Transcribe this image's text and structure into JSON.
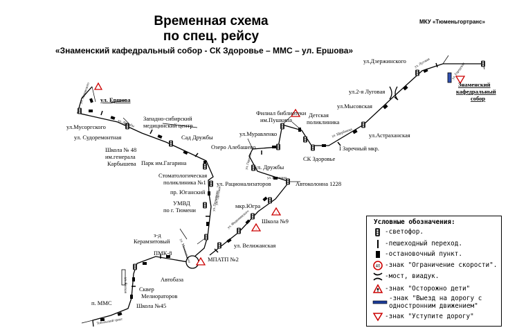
{
  "header": {
    "title_line1": "Временная схема",
    "title_line2": "по спец. рейсу",
    "route": "«Знаменский кафедральный собор - СК Здоровье – ММС – ул. Ершова»",
    "organization": "МКУ «Тюменьгортранс»"
  },
  "stops": {
    "ershova": "ул. Ершова",
    "musorgskogo": "ул.Мусоргского",
    "sudoremontnaya": "ул. Судоремонтная",
    "school48_1": "Школа № 48",
    "school48_2": "им.генерала",
    "school48_3": "Карбышева",
    "zapsib1": "Западно-сибирский",
    "zapsib2": "медицинский центр",
    "sad_druzhby": "Сад Дружбы",
    "park_gagarina": "Парк им.Гагарина",
    "ozero": "Озеро Алебашево",
    "muravlenko": "ул.Муравленко",
    "library1": "Филиал библиотеки",
    "library2": "им.Пушкина",
    "children_clinic1": "Детская",
    "children_clinic2": "поликлиника",
    "sk_zdorovye": "СК Здоровье",
    "zarechny": "I Заречный мкр.",
    "astrakhanskaya": "ул.Астраханская",
    "mysovskaya": "ул.Мысовская",
    "luговая": "ул.2-я Луговая",
    "dzerzhinskogo": "ул.Дзержинского",
    "sobor1": "Знаменский",
    "sobor2": "кафедральный",
    "sobor3": "собор",
    "dental1": "Стоматологическая",
    "dental2": "поликлиника №1",
    "druzhby": "ул. Дружбы",
    "ratsionalizatorov": "ул. Рационализаторов",
    "yugansky": "пр. Юганский",
    "umvd1": "УМВД",
    "umvd2": "по г. Тюмени",
    "avtokolonna": "Автоколонна 1228",
    "yugra": "мкр.Югра",
    "school9": "Школа №9",
    "velizhanskaya": "ул. Велижанская",
    "keramzit1": "з-д",
    "keramzit2": "Керамзитовый",
    "pmk8": "ПМК-8",
    "mpatp2": "МПАТП №2",
    "avtobaza": "Автобаза",
    "skver1": "Сквер",
    "skver2": "Мелиораторов",
    "mms": "п. ММС",
    "school45": "Школа №45"
  },
  "streets": {
    "zhukovskogo": "ул. Жуковского",
    "druzhby_street": "ул. Дружбы",
    "lugovaya_street": "ул. Луговая",
    "shcherbakova": "ул. Щербакова",
    "fedyuninskogo": "ул. Федюнинского",
    "gerzena": "ул. Герцена",
    "menzhinskogo": "ул. Менжинского",
    "permyakova": "ул. Пермякова",
    "odesskaya": "ул. Одесская",
    "yamskaya": "ул. Ямская",
    "tobolsky": "Тобольский тракт",
    "kalinina": "ул. Калинина",
    "gorodskaya": "ул. Городская"
  },
  "legend": {
    "title": "Условные обозначения:",
    "items": [
      {
        "icon": "traffic-light-icon",
        "text": "-светофор."
      },
      {
        "icon": "crosswalk-icon",
        "text": "-пешеходный переход."
      },
      {
        "icon": "bus-stop-icon",
        "text": "-остановочный пункт."
      },
      {
        "icon": "speed-limit-icon",
        "text": "-знак \"Ограничение скорости\"."
      },
      {
        "icon": "bridge-icon",
        "text": "-мост, виадук."
      },
      {
        "icon": "children-sign-icon",
        "text": "-знак \"Осторожно дети\""
      },
      {
        "icon": "one-way-icon",
        "text": "-знак \"Выезд на дорогу с",
        "text2": "одностронним движением\""
      },
      {
        "icon": "yield-icon",
        "text": "-знак \"Уступите дорогу\""
      }
    ],
    "speed_value": "40"
  }
}
